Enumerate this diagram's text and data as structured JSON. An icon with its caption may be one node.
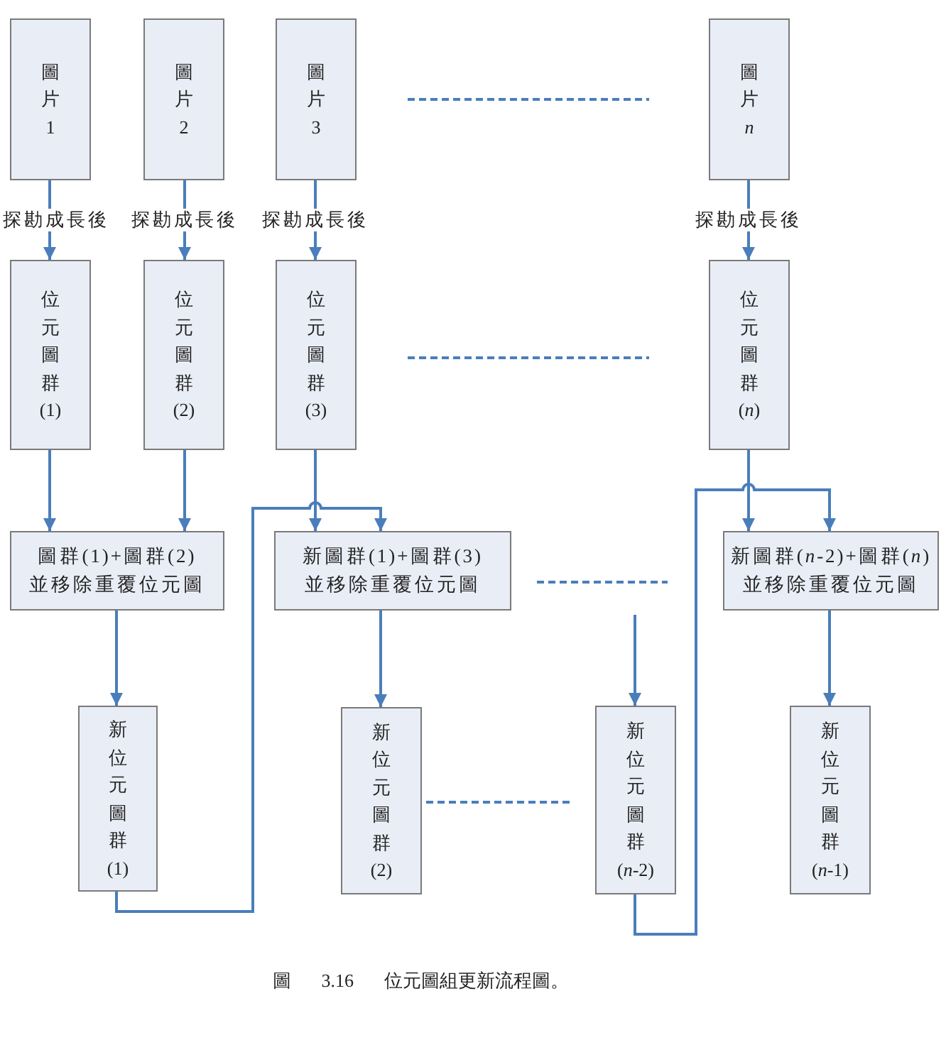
{
  "diagram": {
    "caption": "圖 3.16 位元圖組更新流程圖。",
    "nodes": [
      {
        "text": [
          "圖片1"
        ]
      },
      {
        "text": [
          "圖片2"
        ]
      },
      {
        "text": [
          "圖片3"
        ]
      },
      {
        "text": [
          "圖片 *n*"
        ]
      },
      {
        "text": [
          "位元圖群(1)"
        ]
      },
      {
        "text": [
          "位元圖群(2)"
        ]
      },
      {
        "text": [
          "位元圖群(3)"
        ]
      },
      {
        "text": [
          "位元圖群(*n*)"
        ]
      },
      {
        "text": [
          "圖群(1)+圖群(2)",
          "並移除重覆位元圖"
        ]
      },
      {
        "text": [
          "新圖群(1)+圖群(3)",
          "並移除重覆位元圖"
        ]
      },
      {
        "text": [
          "新圖群(*n*-2)+圖群(*n*)",
          "並移除重覆位元圖"
        ]
      },
      {
        "text": [
          "新位元圖群(1)"
        ]
      },
      {
        "text": [
          "新位元圖群(2)"
        ]
      },
      {
        "text": [
          "新位元圖群(*n*-2)"
        ]
      },
      {
        "text": [
          "新位元圖群(*n*-1)"
        ]
      }
    ],
    "edges": [
      {
        "from": 0,
        "to": 4,
        "arrow": "to",
        "label": "探勘成長後"
      },
      {
        "from": 1,
        "to": 5,
        "arrow": "to",
        "label": "探勘成長後"
      },
      {
        "from": 2,
        "to": 6,
        "arrow": "to",
        "label": "探勘成長後"
      },
      {
        "from": 3,
        "to": 7,
        "arrow": "to",
        "label": "探勘成長後"
      },
      {
        "from": 4,
        "to": 8,
        "arrow": "to"
      },
      {
        "from": 5,
        "to": 8,
        "arrow": "to"
      },
      {
        "from": 6,
        "to": 9,
        "arrow": "to"
      },
      {
        "from": 11,
        "to": 9,
        "arrow": "to"
      },
      {
        "from": 7,
        "to": 10,
        "arrow": "to"
      },
      {
        "from": 13,
        "to": 10,
        "arrow": "to"
      },
      {
        "from": 8,
        "to": 11,
        "arrow": "to"
      },
      {
        "from": 9,
        "to": 12,
        "arrow": "to"
      },
      {
        "from": null,
        "to": 13,
        "arrow": "to"
      },
      {
        "from": 10,
        "to": 14,
        "arrow": "to"
      }
    ]
  }
}
